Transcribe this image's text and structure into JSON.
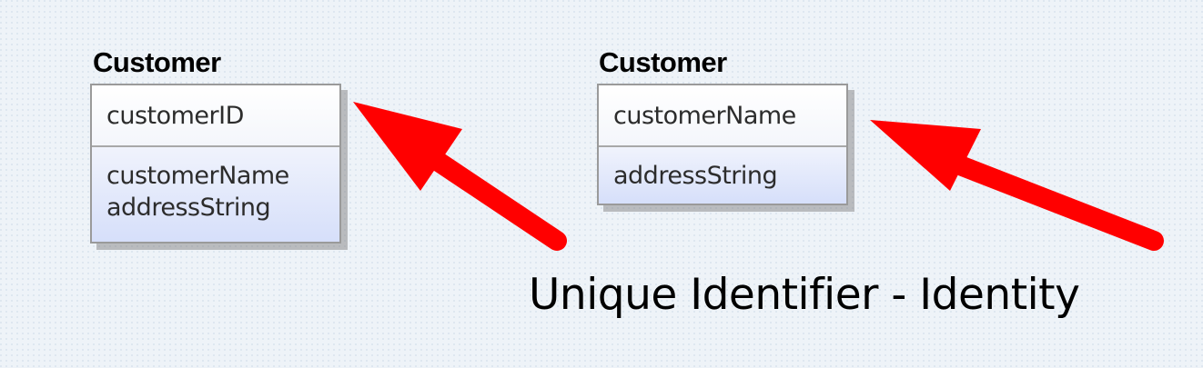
{
  "diagram": {
    "entities": [
      {
        "title": "Customer",
        "key_attributes": [
          "customerID"
        ],
        "attributes": [
          "customerName",
          "addressString"
        ]
      },
      {
        "title": "Customer",
        "key_attributes": [
          "customerName"
        ],
        "attributes": [
          "addressString"
        ]
      }
    ],
    "annotation": {
      "text": "Unique Identifier - Identity",
      "arrow_color": "#ff0000"
    }
  }
}
